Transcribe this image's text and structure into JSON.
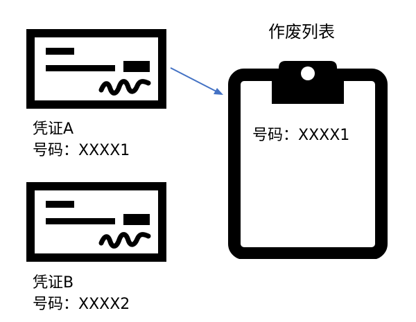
{
  "void_list": {
    "title": "作废列表",
    "entries": [
      "号码：XXXX1"
    ]
  },
  "vouchers": [
    {
      "name": "凭证A",
      "number": "号码：XXXX1"
    },
    {
      "name": "凭证B",
      "number": "号码：XXXX2"
    }
  ],
  "colors": {
    "stroke": "#000000",
    "arrow": "#4472C4",
    "background": "#ffffff"
  },
  "icons": {
    "voucher": "check-icon",
    "void_list": "clipboard-icon"
  }
}
